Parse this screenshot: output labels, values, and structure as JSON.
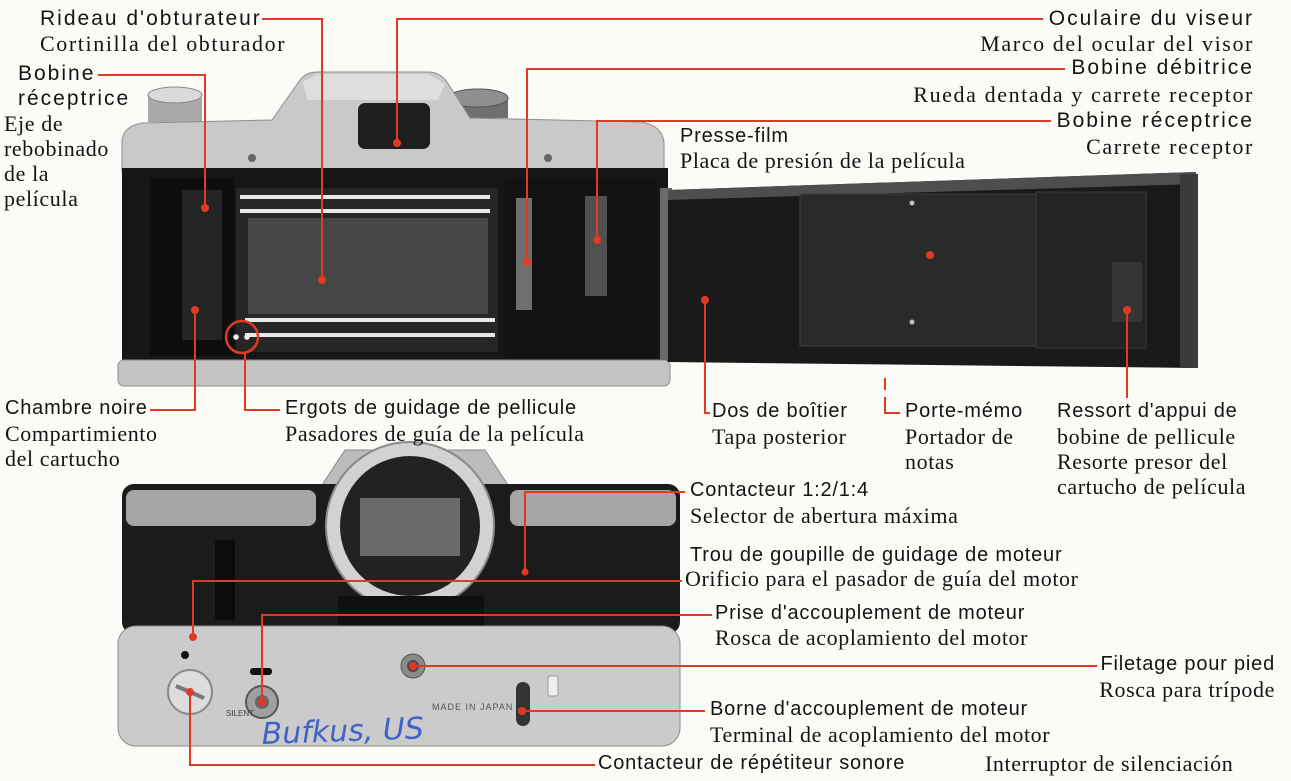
{
  "page": {
    "accent_color": "#e23a22",
    "background": "#fbfbf8",
    "handwriting_color": "#3f62c9"
  },
  "labels": {
    "shutter_curtain": {
      "fr": "Rideau d'obturateur",
      "es": "Cortinilla del obturador"
    },
    "rewind_spindle": {
      "fr": [
        "Bobine",
        "réceptrice"
      ],
      "es": [
        "Eje de",
        "rebobinado",
        "de la",
        "película"
      ]
    },
    "eyepiece": {
      "fr": "Oculaire du viseur",
      "es": "Marco del ocular del visor"
    },
    "sprocket": {
      "fr": "Bobine débitrice",
      "es": "Rueda dentada y carrete receptor"
    },
    "takeup_spool": {
      "fr": "Bobine réceptrice",
      "es": "Carrete receptor"
    },
    "pressure_plate": {
      "fr": "Presse-film",
      "es": "Placa de presión de la película"
    },
    "cartridge_chamber": {
      "fr": "Chambre noire",
      "es": [
        "Compartimiento",
        "del cartucho"
      ]
    },
    "film_guide_pins": {
      "fr": "Ergots de guidage de pellicule",
      "es": "Pasadores de guía de la película"
    },
    "back_cover": {
      "fr": "Dos de boîtier",
      "es": "Tapa posterior"
    },
    "memo_holder": {
      "fr": "Porte-mémo",
      "es": [
        "Portador de",
        "notas"
      ]
    },
    "cartridge_spring": {
      "fr": [
        "Ressort d'appui de",
        "bobine de pellicule"
      ],
      "es": [
        "Resorte presor del",
        "cartucho de película"
      ]
    },
    "aperture_selector": {
      "fr": "Contacteur 1:2/1:4",
      "es": "Selector de abertura máxima"
    },
    "motor_guide_pin": {
      "fr": "Trou de goupille de guidage de moteur",
      "es": "Orificio para el pasador de guía del motor"
    },
    "motor_coupling": {
      "fr": "Prise d'accouplement de moteur",
      "es": "Rosca de acoplamiento del motor"
    },
    "tripod_socket": {
      "fr": "Filetage pour pied",
      "es": "Rosca para trípode"
    },
    "motor_terminal": {
      "fr": "Borne d'accouplement de moteur",
      "es": "Terminal de acoplamiento del motor"
    },
    "silent_switch": {
      "fr": "Contacteur de répétiteur sonore",
      "es": "Interruptor de silenciación"
    }
  },
  "camera_markings": {
    "silent": "SILENT",
    "made_in": "MADE IN JAPAN",
    "handwriting": "Bufkus, US"
  }
}
